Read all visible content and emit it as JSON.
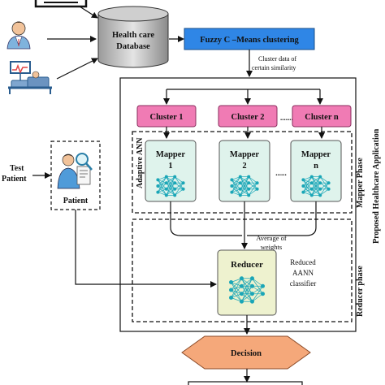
{
  "sources": {
    "health_db_line1": "Health care",
    "health_db_line2": "Database"
  },
  "fcm_label": "Fuzzy C –Means clustering",
  "cluster_note_line1": "Cluster data of",
  "cluster_note_line2": "certain similarity",
  "clusters": [
    "Cluster 1",
    "Cluster 2",
    "Cluster n"
  ],
  "cluster_dots": "........",
  "mappers": [
    {
      "title": "Mapper",
      "index": "1"
    },
    {
      "title": "Mapper",
      "index": "2"
    },
    {
      "title": "Mapper",
      "index": "n"
    }
  ],
  "mapper_dots": "......",
  "adaptive_ann_label": "Adaptive ANN",
  "mapper_phase_label": "Mapper  Phase",
  "reducer_phase_label": "Reducer phase",
  "side_label": "Proposed Healthcare Application",
  "test_patient_line1": "Test",
  "test_patient_line2": "Patient",
  "patient_label": "Patient",
  "avg_weights_line1": "Average of",
  "avg_weights_line2": "weights",
  "reducer_label": "Reducer",
  "reduced_line1": "Reduced",
  "reduced_line2": "AANN",
  "reduced_line3": "classifier",
  "decision_label": "Decision",
  "colors": {
    "fcm_fill": "#2f86e6",
    "cluster_fill": "#f07bb4",
    "mapper_fill": "#dff3ec",
    "reducer_fill": "#eef2cf",
    "decision_fill": "#f5a87a",
    "network": "#1aa6b7"
  }
}
